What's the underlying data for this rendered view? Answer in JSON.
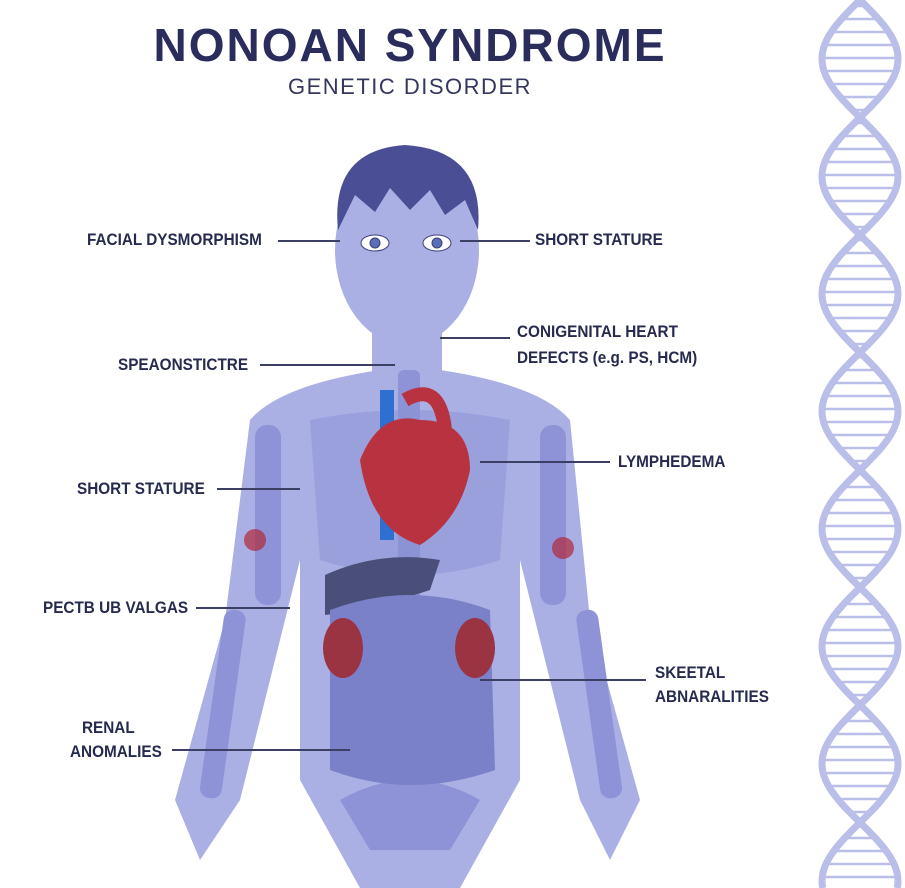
{
  "header": {
    "title": "NONOAN SYNDROME",
    "subtitle": "GENETIC DISORDER"
  },
  "labels": {
    "facial": "FACIAL DYSMORPHISM",
    "short_stature_right": "SHORT STATURE",
    "heart_line1": "CONIGENITAL HEART",
    "heart_line2": "DEFECTS (e.g. PS, HCM)",
    "speaonstictre": "SPEAONSTICTRE",
    "lymphedema": "LYMPHEDEMA",
    "short_stature_left": "SHORT STATURE",
    "pectb": "PECTB UB VALGAS",
    "skeletal_line1": "SKEETAL",
    "skeletal_line2": "ABNARALITIES",
    "renal_line1": "RENAL",
    "renal_line2": "ANOMALIES"
  },
  "colors": {
    "title": "#2a2d5c",
    "body": "#a9afe3",
    "bone": "#7d84cc",
    "vessel": "#b0283a",
    "vein": "#2f6fd0",
    "dna": "#b9bfe8"
  }
}
